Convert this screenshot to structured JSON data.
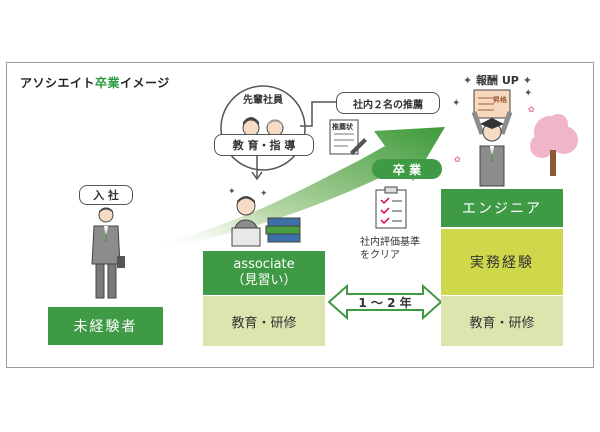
{
  "title": {
    "prefix": "アソシエイト",
    "highlight": "卒業",
    "suffix": "イメージ"
  },
  "left": {
    "tag": "入 社",
    "stage": "未経験者"
  },
  "middle": {
    "seniors_label": "先輩社員",
    "guidance_label": "教 育・指 導",
    "stage_line1": "associate",
    "stage_line2": "（見習い）",
    "training": "教育・研修"
  },
  "right": {
    "reward": "報酬 UP",
    "document_tag": "昇格",
    "stage": "エンジニア",
    "experience": "実務経験",
    "training": "教育・研修"
  },
  "recommend_label": "社内２名の推薦",
  "recommend_doc": "推薦状",
  "graduation_label": "卒 業",
  "criteria_lines": [
    "社内評価基準",
    "をクリア"
  ],
  "period_label": "1 ～ 2 年",
  "colors": {
    "dark_green": "#3f9a46",
    "lime": "#cfd84b",
    "light": "#dde4ae",
    "arrow": "#4a9d3f"
  }
}
